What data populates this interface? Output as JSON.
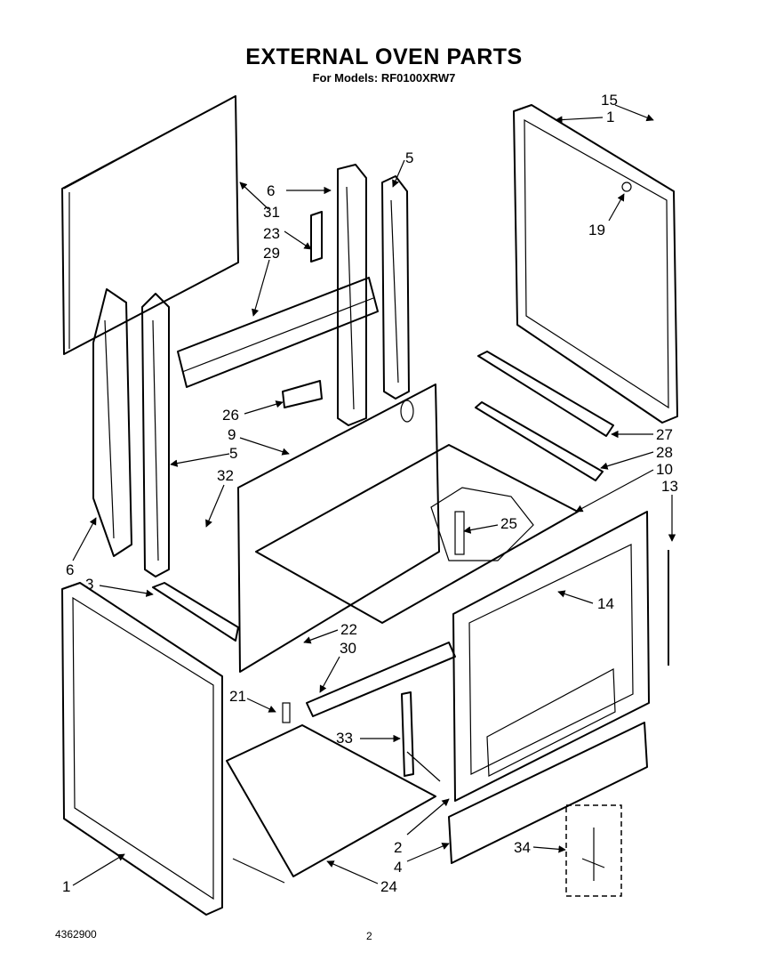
{
  "header": {
    "title": "EXTERNAL OVEN PARTS",
    "subtitle": "For Models: RF0100XRW7"
  },
  "footer": {
    "doc_number": "4362900",
    "page_number": "2"
  },
  "callouts": [
    {
      "id": "c15",
      "text": "15"
    },
    {
      "id": "c1a",
      "text": "1"
    },
    {
      "id": "c19",
      "text": "19"
    },
    {
      "id": "c6a",
      "text": "6"
    },
    {
      "id": "c31",
      "text": "31"
    },
    {
      "id": "c5a",
      "text": "5"
    },
    {
      "id": "c23",
      "text": "23"
    },
    {
      "id": "c29",
      "text": "29"
    },
    {
      "id": "c26",
      "text": "26"
    },
    {
      "id": "c9",
      "text": "9"
    },
    {
      "id": "c5b",
      "text": "5"
    },
    {
      "id": "c32",
      "text": "32"
    },
    {
      "id": "c27",
      "text": "27"
    },
    {
      "id": "c28",
      "text": "28"
    },
    {
      "id": "c10",
      "text": "10"
    },
    {
      "id": "c13",
      "text": "13"
    },
    {
      "id": "c25",
      "text": "25"
    },
    {
      "id": "c6b",
      "text": "6"
    },
    {
      "id": "c3",
      "text": "3"
    },
    {
      "id": "c14",
      "text": "14"
    },
    {
      "id": "c22",
      "text": "22"
    },
    {
      "id": "c30",
      "text": "30"
    },
    {
      "id": "c21",
      "text": "21"
    },
    {
      "id": "c33",
      "text": "33"
    },
    {
      "id": "c2",
      "text": "2"
    },
    {
      "id": "c34",
      "text": "34"
    },
    {
      "id": "c4",
      "text": "4"
    },
    {
      "id": "c1b",
      "text": "1"
    },
    {
      "id": "c24",
      "text": "24"
    }
  ]
}
